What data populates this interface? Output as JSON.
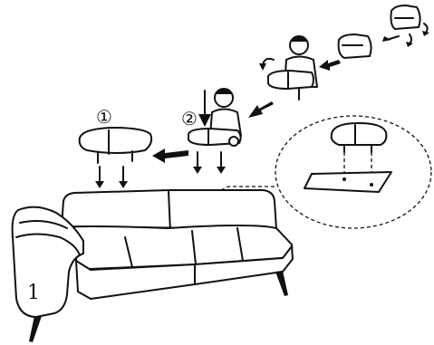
{
  "labels": {
    "step_one": "①",
    "step_two": "②",
    "part_number": "1"
  }
}
